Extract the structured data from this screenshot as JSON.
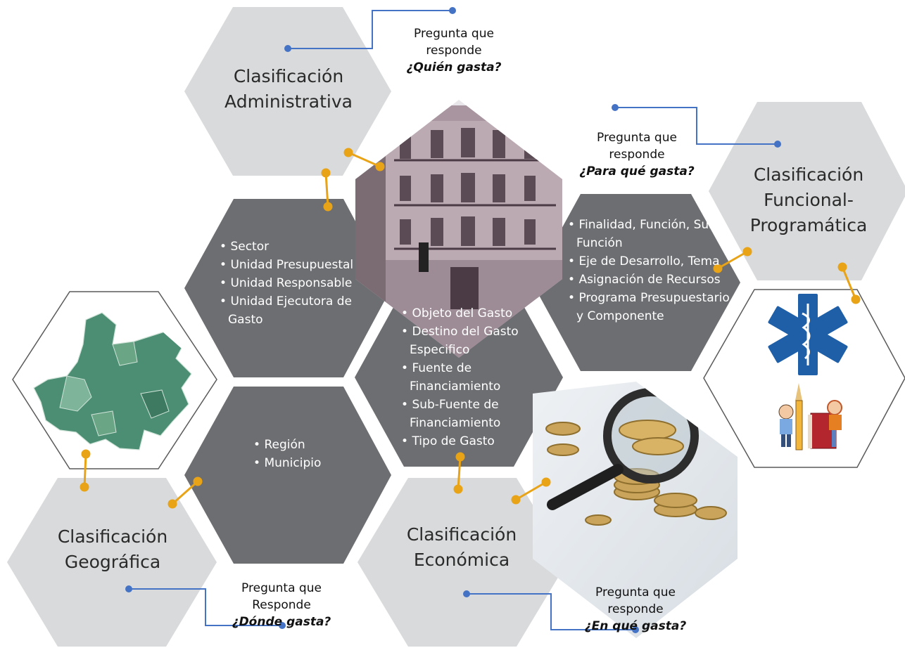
{
  "classifications": {
    "administrativa": {
      "title_line1": "Clasificación",
      "title_line2": "Administrativa",
      "question_line1": "Pregunta que",
      "question_line2": "responde",
      "question": "¿Quién gasta?",
      "items": [
        "Sector",
        "Unidad Presupuestal",
        "Unidad Responsable",
        "Unidad Ejecutora de Gasto"
      ]
    },
    "funcional": {
      "title_line1": "Clasificación",
      "title_line2": "Funcional-",
      "title_line3": "Programática",
      "question_line1": "Pregunta que",
      "question_line2": "responde",
      "question": "¿Para qué gasta?",
      "items": [
        "Finalidad, Función, Sub-Función",
        "Eje de Desarrollo, Tema",
        "Asignación de Recursos",
        "Programa Presupuestario y Componente"
      ]
    },
    "geografica": {
      "title_line1": "Clasificación",
      "title_line2": "Geográfica",
      "question_line1": "Pregunta que",
      "question_line2": "Responde",
      "question": "¿Dónde gasta?",
      "items": [
        "Región",
        "Municipio"
      ]
    },
    "economica": {
      "title_line1": "Clasificación",
      "title_line2": "Económica",
      "question_line1": "Pregunta que",
      "question_line2": "responde",
      "question": "¿En qué gasta?",
      "items": [
        "Objeto del Gasto",
        "Destino del Gasto Especifico",
        "Fuente de Financiamiento",
        "Sub-Fuente de Financiamiento",
        "Tipo de Gasto"
      ]
    }
  },
  "colors": {
    "light_hex": "#d9dadb",
    "dark_hex": "#6d6e71",
    "accent_orange": "#e8a317",
    "accent_blue": "#4472c4",
    "map_green": "#4b8e73"
  },
  "icons": [
    "building-photo",
    "coins-magnifier-photo",
    "medical-star-icon",
    "children-books-icon",
    "region-map"
  ]
}
